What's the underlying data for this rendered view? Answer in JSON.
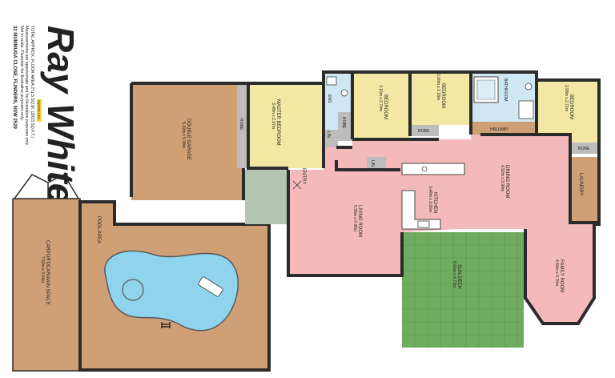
{
  "brand": "Ray White",
  "brand_box_text": "raywhite.com",
  "floor_area": "TOTAL APPROX. FLOOR AREA 271.5 SQ.M. (2923 SQ.F.T.)",
  "disclaimer_1": "Measurements are approximate and for illustrative purposes only.",
  "disclaimer_2": "Not to scale. Floorplan for illustrative purposes only.",
  "address": "32 MUMMUGA CLOSE, FLINDERS, NSW 2529",
  "colors": {
    "bedroom": "#f2e8a4",
    "living": "#f4b9ba",
    "garage": "#cf9f76",
    "deck": "#6fac5f",
    "wet": "#cfe7f2",
    "robe": "#bdbdbd",
    "entry": "#b3c4b0",
    "pool": "#8fd3ec",
    "wall": "#2b2b2b"
  },
  "rooms": {
    "master": {
      "name": "MASTER BEDROOM",
      "dims": "3.48m x 2.97m"
    },
    "bed2": {
      "name": "BEDROOM",
      "dims": "3.16m x 2.74m"
    },
    "bed3": {
      "name": "BEDROOM",
      "dims": "2.98m x 2.18m"
    },
    "bed4": {
      "name": "BEDROOM",
      "dims": "2.98m x 2.71m"
    },
    "garage": {
      "name": "DOUBLE GARAGE",
      "dims": "5.19m x 5.38m"
    },
    "carport": {
      "name": "CARPORT/CARAVAN SPACE",
      "dims": "7.52m x 3.04m"
    },
    "living": {
      "name": "LIVING ROOM",
      "dims": "5.38m x 4.95m"
    },
    "kitchen": {
      "name": "KITCHEN",
      "dims": "3.48m x 3.06m"
    },
    "dining": {
      "name": "DINING ROOM",
      "dims": "4.92m x 3.98m"
    },
    "deck": {
      "name": "SUN DECK",
      "dims": "5.60m x 4.73m"
    },
    "family": {
      "name": "FAMILY ROOM",
      "dims": "4.69m x 3.76m"
    }
  },
  "labels": {
    "ens": "ENS",
    "bathroom": "BATHROOM",
    "robe": "ROBE",
    "lin": "LIN",
    "hallway": "HALLWAY",
    "laundry": "LAUNDRY",
    "entry": "ENTRY",
    "pool_area": "POOL AREA"
  }
}
